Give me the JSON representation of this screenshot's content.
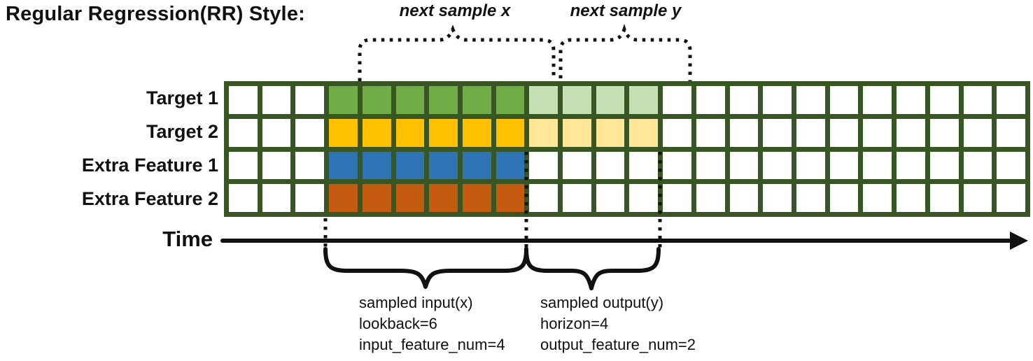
{
  "title": "Regular Regression(RR) Style:",
  "top_annotations": {
    "next_sample_x": "next sample x",
    "next_sample_y": "next sample y"
  },
  "grid": {
    "columns": 24,
    "input_start_col": 3,
    "lookback": 6,
    "horizon": 4,
    "border_color": "#375623",
    "empty_color": "#ffffff",
    "rows": [
      {
        "label": "Target 1",
        "input_color": "#70AD47",
        "output_color": "#C5E0B4"
      },
      {
        "label": "Target 2",
        "input_color": "#FFC000",
        "output_color": "#FFE699"
      },
      {
        "label": "Extra Feature 1",
        "input_color": "#2E74B5",
        "output_color": null
      },
      {
        "label": "Extra Feature 2",
        "input_color": "#C55A11",
        "output_color": null
      }
    ]
  },
  "time_axis": {
    "label": "Time"
  },
  "bottom_annotations": {
    "input": [
      "sampled input(x)",
      "lookback=6",
      "input_feature_num=4"
    ],
    "output": [
      "sampled output(y)",
      "horizon=4",
      "output_feature_num=2"
    ]
  },
  "annotation_color": "#111111"
}
